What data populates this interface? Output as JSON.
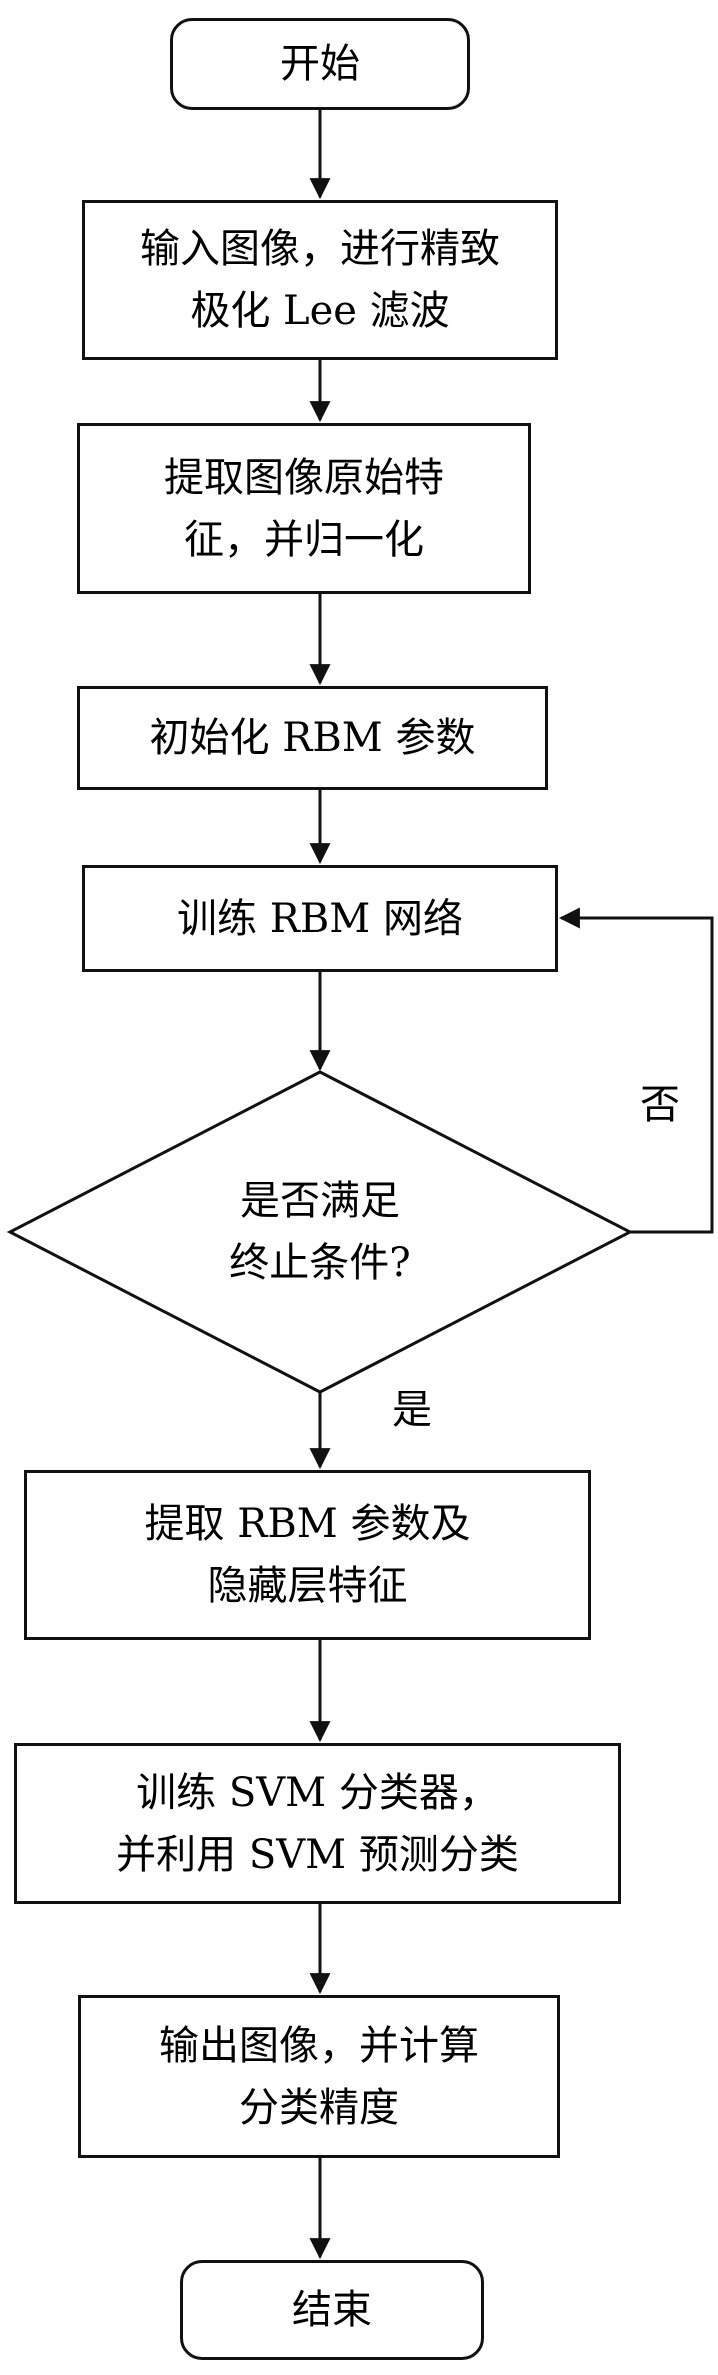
{
  "flowchart": {
    "start": "开始",
    "step1": [
      "输入图像，进行精致",
      "极化 Lee 滤波"
    ],
    "step2": [
      "提取图像原始特",
      "征，并归一化"
    ],
    "step3": [
      "初始化 RBM 参数"
    ],
    "step4": [
      "训练 RBM 网络"
    ],
    "decision": [
      "是否满足",
      "终止条件?"
    ],
    "step5": [
      "提取 RBM 参数及",
      "隐藏层特征"
    ],
    "step6": [
      "训练 SVM 分类器，",
      "并利用 SVM 预测分类"
    ],
    "step7": [
      "输出图像，并计算",
      "分类精度"
    ],
    "end": "结束",
    "label_no": "否",
    "label_yes": "是"
  },
  "colors": {
    "stroke": "#111111",
    "background": "#ffffff",
    "text": "#000000"
  }
}
